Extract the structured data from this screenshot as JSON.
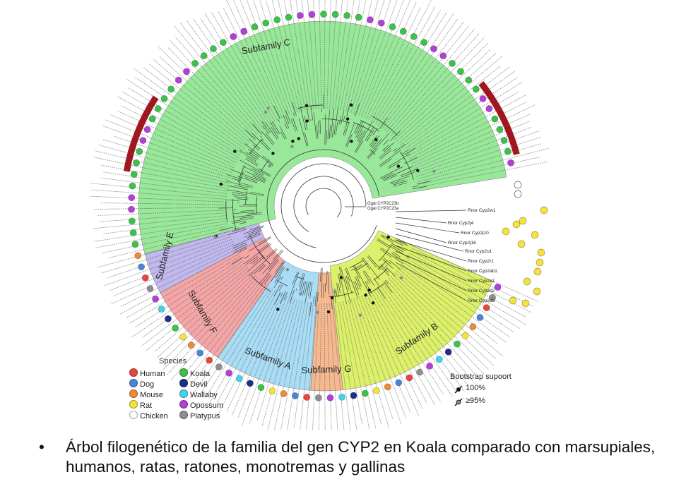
{
  "figure": {
    "subfamilies": [
      {
        "id": "C",
        "label": "Subfamily C",
        "color": "#99e89a"
      },
      {
        "id": "E",
        "label": "Subfamily E",
        "color": "#c1b9ee"
      },
      {
        "id": "F",
        "label": "Subfamily F",
        "color": "#f4a6a6"
      },
      {
        "id": "A",
        "label": "Subfamily A",
        "color": "#a9dcf5"
      },
      {
        "id": "G",
        "label": "Subfamily G",
        "color": "#f6b98f"
      },
      {
        "id": "B",
        "label": "Subfamily B",
        "color": "#dcf06a"
      }
    ],
    "legend": {
      "title": "Species",
      "items": [
        {
          "label": "Human",
          "color": "#e8453c"
        },
        {
          "label": "Dog",
          "color": "#4a86d8"
        },
        {
          "label": "Mouse",
          "color": "#f08a35"
        },
        {
          "label": "Rat",
          "color": "#f6e33a"
        },
        {
          "label": "Chicken",
          "color": "#ffffff"
        },
        {
          "label": "Koala",
          "color": "#3cc24a"
        },
        {
          "label": "Devil",
          "color": "#1c2f8a"
        },
        {
          "label": "Wallaby",
          "color": "#43d3ea"
        },
        {
          "label": "Opossum",
          "color": "#b23fd8"
        },
        {
          "label": "Platypus",
          "color": "#8e8e8e"
        }
      ]
    },
    "bootstrap": {
      "title": "Bootstrap supoort",
      "rows": [
        "100%",
        "≥95%"
      ]
    },
    "leaf_labels_outer": [
      "Rnor Cyp2w1",
      "Rnor Cyp2j4",
      "Rnor Cyp2j10",
      "Rnor Cyp2j16",
      "Rnor Cyp2u1",
      "Rnor Cyp2r1",
      "Rnor Cyp2ab1",
      "Rnor Cyp2s1",
      "Rnor Cyp2d2",
      "Rnor Cyp2d3",
      "Ggal CYP2C23b",
      "Ggal CYP2C23a"
    ],
    "highlight_arc_color": "#a3141c"
  },
  "caption": {
    "bullet": "•",
    "text": "Árbol filogenético de la familia del gen CYP2 en  Koala comparado con marsupiales, humanos, ratas, ratones, monotremas y gallinas"
  }
}
